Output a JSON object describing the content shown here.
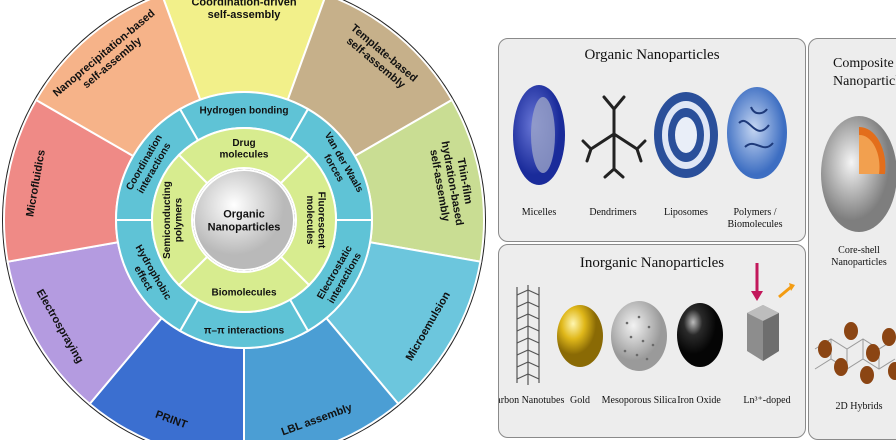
{
  "wheel": {
    "center": "Organic Nanoparticles",
    "inner": [
      "Drug molecules",
      "Fluorescent molecules",
      "Biomolecules",
      "Semiconducting polymers"
    ],
    "middle": [
      "Hydrogen bonding",
      "Van der Waals forces",
      "Electrostatic interactions",
      "π–π interactions",
      "Hydrophobic effect",
      "Coordination interactions"
    ],
    "outer": [
      {
        "label": "Coordination-driven self-assembly",
        "color": "#f2f08a"
      },
      {
        "label": "Template-based self-assembly",
        "color": "#c6b08a"
      },
      {
        "label": "Thin-film hydration-based self-assembly",
        "color": "#c9dd93"
      },
      {
        "label": "Microemulsion",
        "color": "#6cc6dd"
      },
      {
        "label": "LBL assembly",
        "color": "#4b9ed4"
      },
      {
        "label": "PRINT",
        "color": "#3b6fd0"
      },
      {
        "label": "Electrospraying",
        "color": "#b49be0"
      },
      {
        "label": "Microfluidics",
        "color": "#ef8a86"
      },
      {
        "label": "Nanoprecipitation-based self-assembly",
        "color": "#f6b389"
      }
    ],
    "colors": {
      "middle_ring": "#5fc3d6",
      "inner_ring": "#d7ec8f",
      "outer_rim": "#222222"
    }
  },
  "organic": {
    "title": "Organic Nanoparticles",
    "items": [
      "Micelles",
      "Dendrimers",
      "Liposomes",
      "Polymers / Biomolecules"
    ]
  },
  "inorganic": {
    "title": "Inorganic Nanoparticles",
    "items": [
      "Carbon Nanotubes",
      "Gold",
      "Mesoporous Silica",
      "Iron Oxide",
      "Ln³⁺-doped"
    ]
  },
  "composite": {
    "title": "Composite Nanoparticles",
    "items": [
      "Core-shell Nanoparticles",
      "2D Hybrids"
    ]
  }
}
